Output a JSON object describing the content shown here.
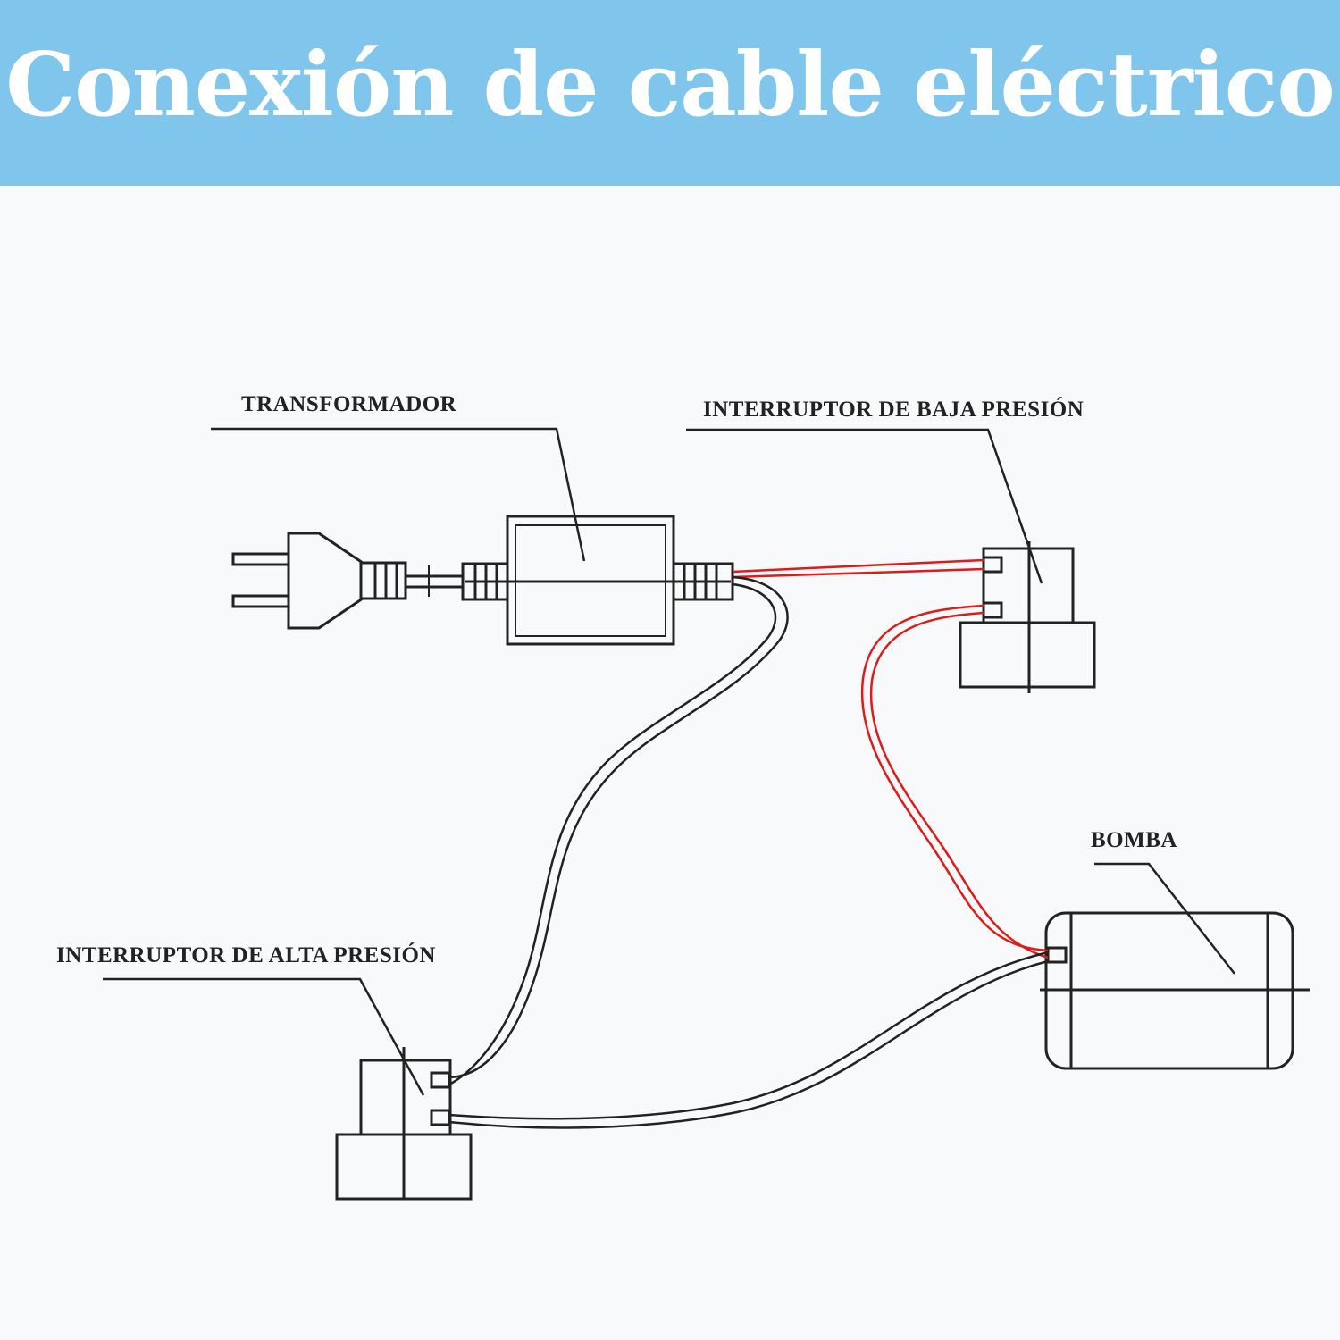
{
  "title": "Conexión de cable eléctrico",
  "labels": {
    "transformer": "TRANSFORMADOR",
    "low_pressure_switch": "INTERRUPTOR DE BAJA PRESIÓN",
    "pump": "BOMBA",
    "high_pressure_switch": "INTERRUPTOR DE ALTA PRESIÓN"
  },
  "colors": {
    "banner": "#80c5ec",
    "title_text": "#ffffff",
    "line": "#222222",
    "red_wire": "#e01a1a",
    "background": "#f8f9fa"
  }
}
